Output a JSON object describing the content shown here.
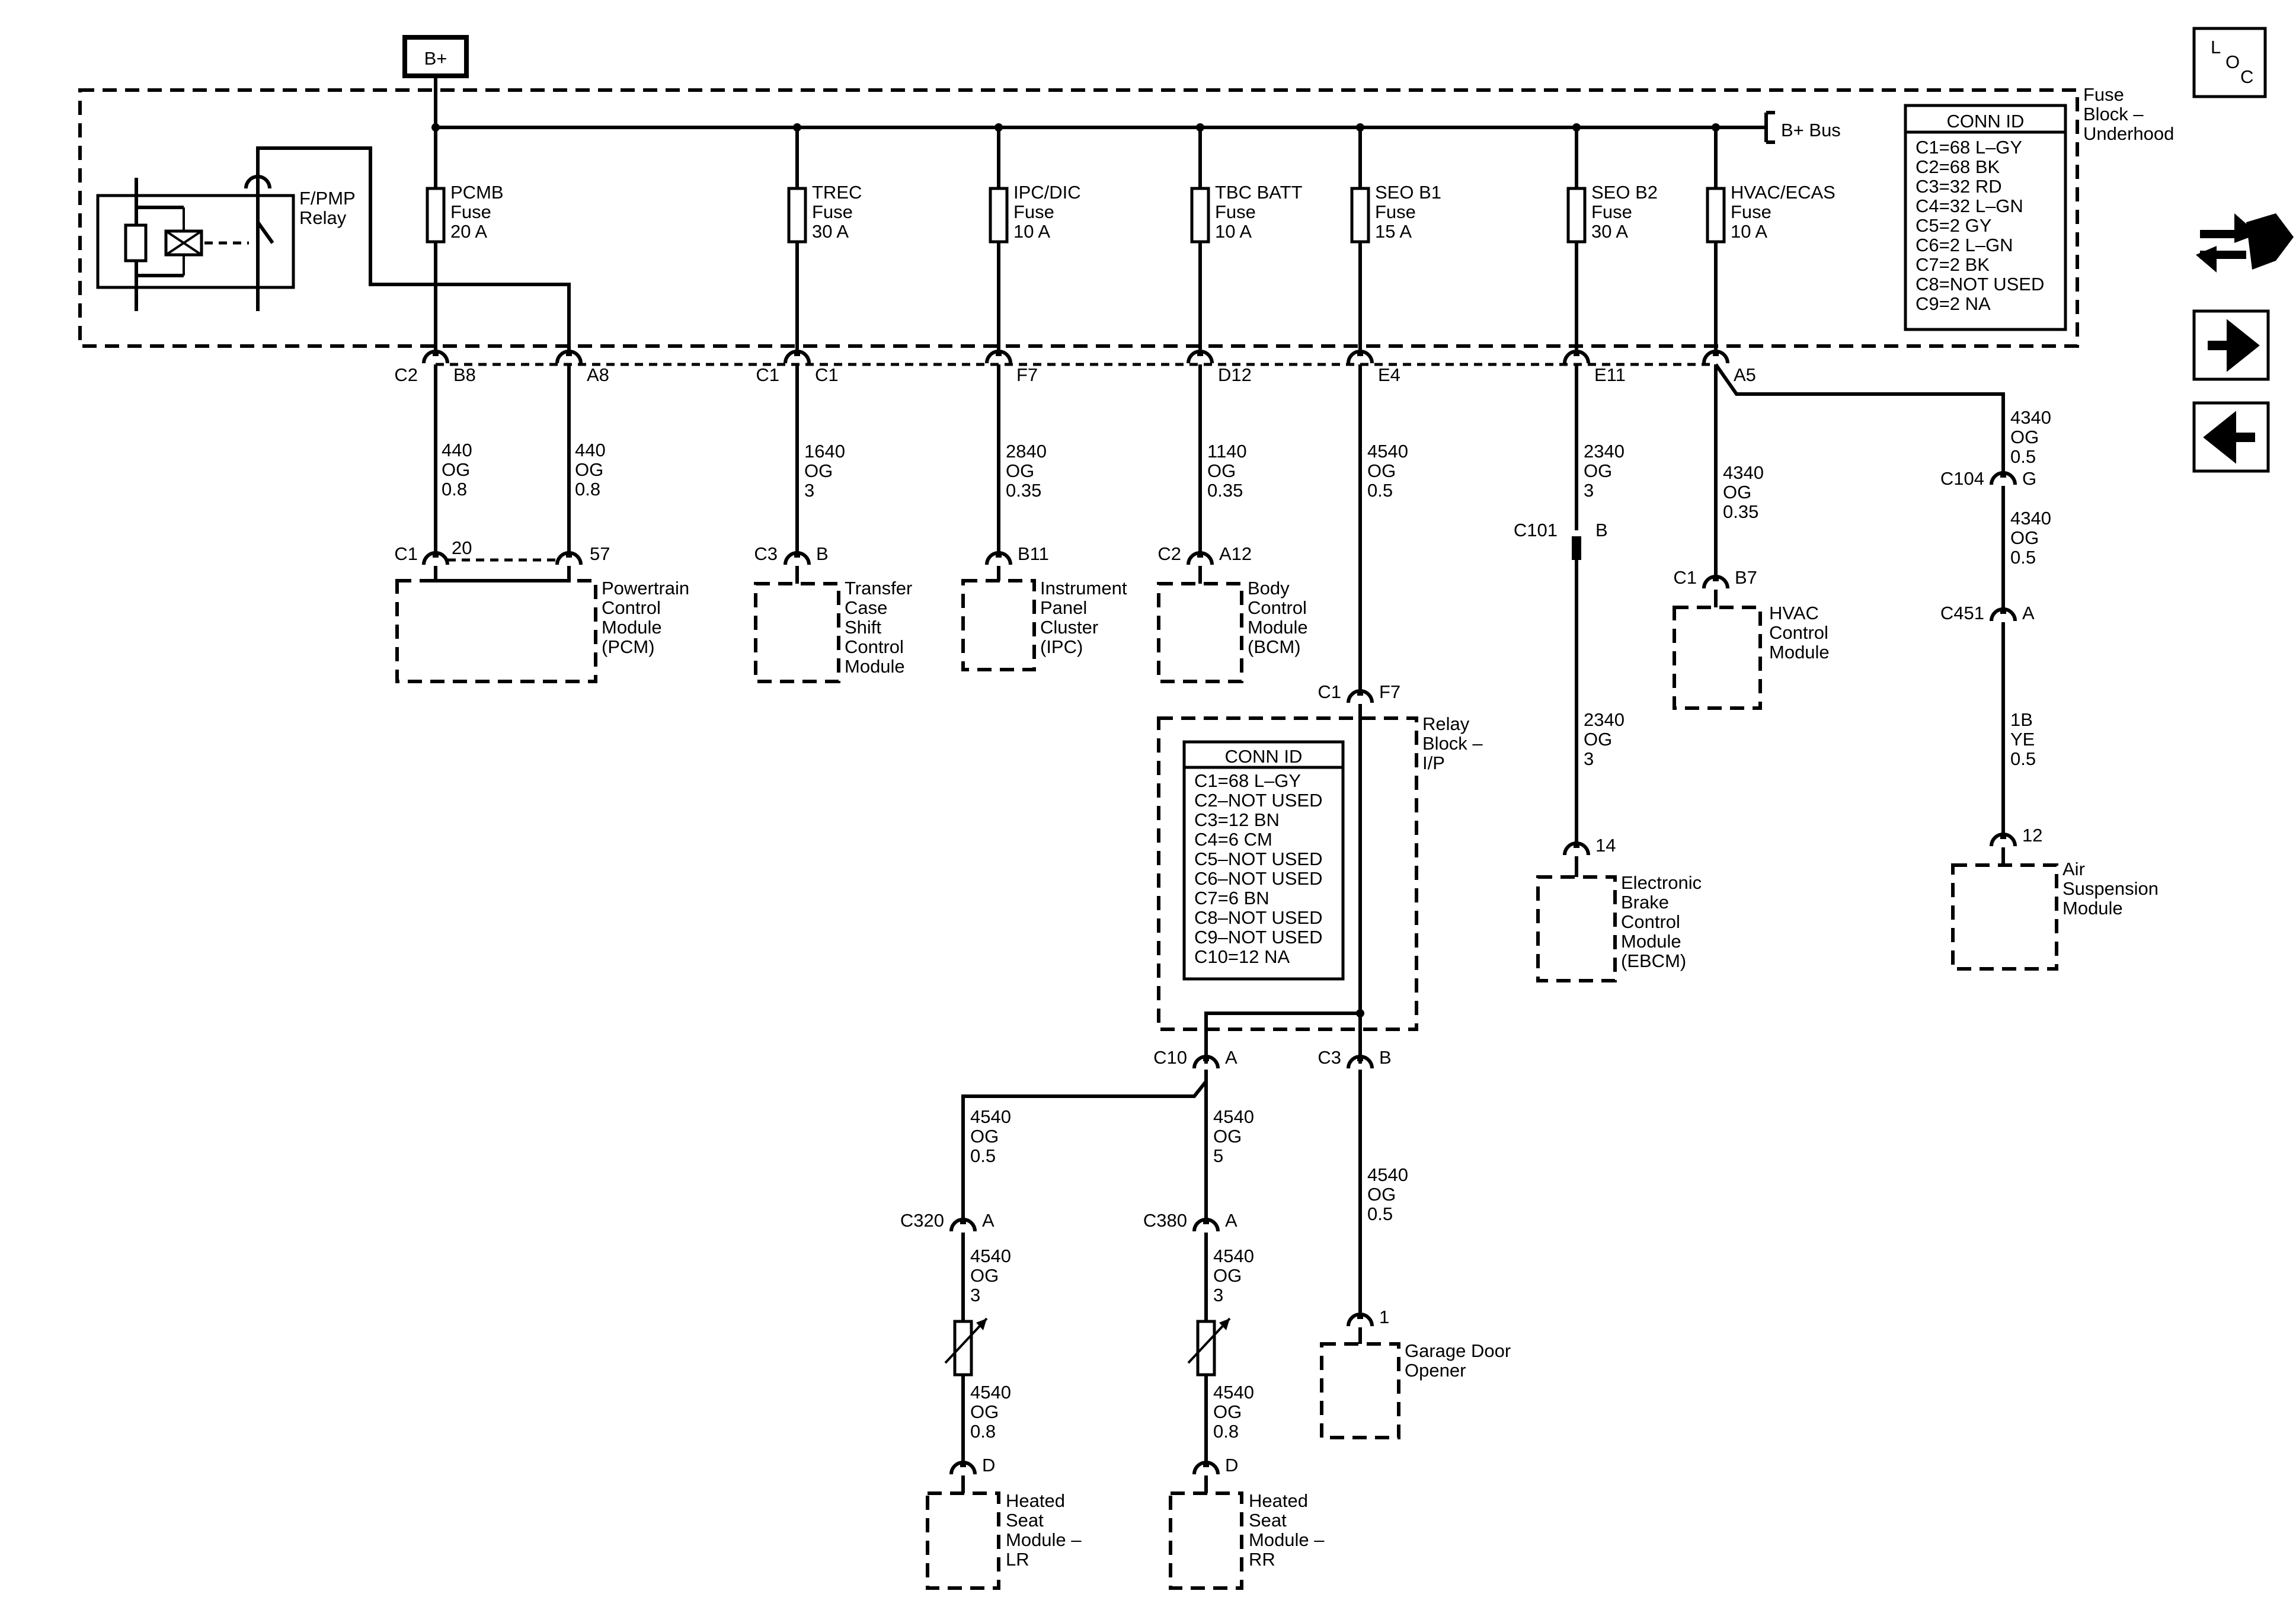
{
  "power": {
    "bplus": "B+",
    "bus_label": "B+ Bus"
  },
  "fuse_block": {
    "title": [
      "Fuse",
      "Block –",
      "Underhood"
    ]
  },
  "relay": {
    "label": [
      "F/PMP",
      "Relay"
    ]
  },
  "conn_id_top": {
    "title": "CONN ID",
    "rows": [
      "C1=68 L–GY",
      "C2=68 BK",
      "C3=32 RD",
      "C4=32 L–GN",
      "C5=2 GY",
      "C6=2 L–GN",
      "C7=2 BK",
      "C8=NOT USED",
      "C9=2 NA"
    ]
  },
  "conn_id_relay": {
    "title": "CONN ID",
    "rows": [
      "C1=68 L–GY",
      "C2–NOT USED",
      "C3=12 BN",
      "C4=6 CM",
      "C5–NOT USED",
      "C6–NOT USED",
      "C7=6 BN",
      "C8–NOT USED",
      "C9–NOT USED",
      "C10=12 NA"
    ]
  },
  "relay_block": {
    "title": [
      "Relay",
      "Block –",
      "I/P"
    ]
  },
  "fuses": [
    {
      "lines": [
        "PCMB",
        "Fuse",
        "20 A"
      ]
    },
    {
      "lines": [
        "TREC",
        "Fuse",
        "30 A"
      ]
    },
    {
      "lines": [
        "IPC/DIC",
        "Fuse",
        "10 A"
      ]
    },
    {
      "lines": [
        "TBC BATT",
        "Fuse",
        "10 A"
      ]
    },
    {
      "lines": [
        "SEO B1",
        "Fuse",
        "15 A"
      ]
    },
    {
      "lines": [
        "SEO B2",
        "Fuse",
        "30 A"
      ]
    },
    {
      "lines": [
        "HVAC/ECAS",
        "Fuse",
        "10 A"
      ]
    }
  ],
  "connectors": {
    "pcm_c2": "C2",
    "pcm_b8": "B8",
    "pcm_a8": "A8",
    "trec_c1": "C1",
    "trec_c1b": "C1",
    "ipc_f7": "F7",
    "bcm_d12": "D12",
    "seo1_e4": "E4",
    "seo2_e11": "E11",
    "hvac_a5": "A5",
    "pcm_in_c1": "C1",
    "pcm_in_20": "20",
    "pcm_in_57": "57",
    "tcm_c3": "C3",
    "tcm_b": "B",
    "ipc_b11": "B11",
    "bcm_c2": "C2",
    "bcm_a12": "A12",
    "c101": "C101",
    "c101_b": "B",
    "hvac_c1": "C1",
    "hvac_b7": "B7",
    "c104": "C104",
    "c104_g": "G",
    "c451": "C451",
    "c451_a": "A",
    "relay_c1": "C1",
    "relay_f7": "F7",
    "c10": "C10",
    "c10_a": "A",
    "c3": "C3",
    "c3_b": "B",
    "c320": "C320",
    "c320_a": "A",
    "c380": "C380",
    "c380_a": "A",
    "ebcm_14": "14",
    "asm_12": "12",
    "gdo_1": "1",
    "hs_lr_d": "D",
    "hs_rr_d": "D"
  },
  "wires": {
    "pcm_a": [
      "440",
      "OG",
      "0.8"
    ],
    "pcm_b": [
      "440",
      "OG",
      "0.8"
    ],
    "trec": [
      "1640",
      "OG",
      "3"
    ],
    "ipc": [
      "2840",
      "OG",
      "0.35"
    ],
    "bcm": [
      "1140",
      "OG",
      "0.35"
    ],
    "seo1": [
      "4540",
      "OG",
      "0.5"
    ],
    "seo2_top": [
      "2340",
      "OG",
      "3"
    ],
    "seo2_bot": [
      "2340",
      "OG",
      "3"
    ],
    "hvac": [
      "4340",
      "OG",
      "0.35"
    ],
    "asm_1": [
      "4340",
      "OG",
      "0.5"
    ],
    "asm_2": [
      "4340",
      "OG",
      "0.5"
    ],
    "asm_3": [
      "1B",
      "YE",
      "0.5"
    ],
    "lr_1": [
      "4540",
      "OG",
      "0.5"
    ],
    "lr_2": [
      "4540",
      "OG",
      "3"
    ],
    "lr_3": [
      "4540",
      "OG",
      "0.8"
    ],
    "rr_1": [
      "4540",
      "OG",
      "5"
    ],
    "rr_2": [
      "4540",
      "OG",
      "3"
    ],
    "rr_3": [
      "4540",
      "OG",
      "0.8"
    ],
    "gdo": [
      "4540",
      "OG",
      "0.5"
    ]
  },
  "modules": {
    "pcm": [
      "Powertrain",
      "Control",
      "Module",
      "(PCM)"
    ],
    "tcm": [
      "Transfer",
      "Case",
      "Shift",
      "Control",
      "Module"
    ],
    "ipc": [
      "Instrument",
      "Panel",
      "Cluster",
      "(IPC)"
    ],
    "bcm": [
      "Body",
      "Control",
      "Module",
      "(BCM)"
    ],
    "hvac": [
      "HVAC",
      "Control",
      "Module"
    ],
    "ebcm": [
      "Electronic",
      "Brake",
      "Control",
      "Module",
      "(EBCM)"
    ],
    "asm": [
      "Air",
      "Suspension",
      "Module"
    ],
    "gdo": [
      "Garage Door",
      "Opener"
    ],
    "hs_lr": [
      "Heated",
      "Seat",
      "Module –",
      "LR"
    ],
    "hs_rr": [
      "Heated",
      "Seat",
      "Module –",
      "RR"
    ]
  },
  "nav": {
    "loc": [
      "L",
      "O",
      "C"
    ],
    "icons": [
      "components-icon",
      "next-arrow-icon",
      "previous-arrow-icon"
    ]
  }
}
